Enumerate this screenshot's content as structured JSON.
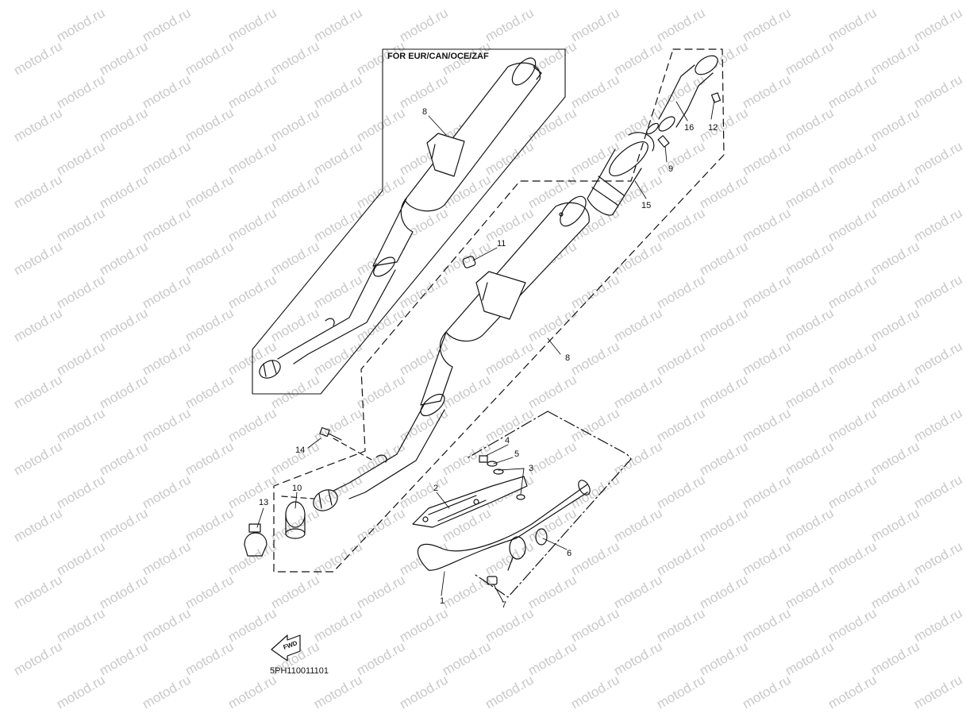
{
  "watermark": {
    "text": "motod.ru"
  },
  "variant_box": {
    "title": "FOR EUR/CAN/OCE/ZAF"
  },
  "diagram_code": "5PH110011101",
  "fwd_arrow": {
    "text": "FWD"
  },
  "callouts": {
    "c1": "1",
    "c2": "2",
    "c3": "3",
    "c4": "4",
    "c5": "5",
    "c6": "6",
    "c7": "7",
    "c8a": "8",
    "c8b": "8",
    "c9": "9",
    "c10": "10",
    "c11": "11",
    "c12": "12",
    "c13": "13",
    "c14": "14",
    "c15": "15",
    "c16": "16"
  }
}
